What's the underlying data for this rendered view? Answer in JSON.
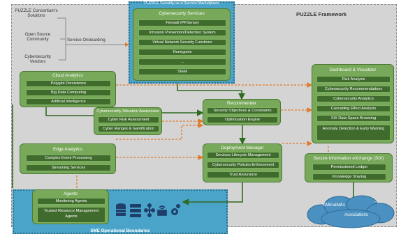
{
  "diagram": {
    "framework_title": "PUZZLE Framework",
    "marketplace_title": "PUZZLE Security as a Service Marketplace",
    "external": {
      "consortium": "PUZZLE Consortium's Solutions",
      "open_source": "Open Source Community",
      "vendors": "Cybersecurity Vendors",
      "onboarding": "Service Onboarding"
    },
    "cybersecurity_services": {
      "title": "Cybersecurity Services",
      "items": [
        "Firewall (PFSense)",
        "Intrusion Prevention/Detection System",
        "Virtual Network Security Functions",
        "Honeypots",
        "...",
        "SIEM"
      ]
    },
    "cloud_analytics": {
      "title": "Cloud Analytics",
      "items": [
        "Polyglot Persistence",
        "Big Data Computing",
        "Artificial Intelligence"
      ]
    },
    "situation_awareness": {
      "title": "Cybersecurity Situation Awareness",
      "items": [
        "Cyber Risk Assessment",
        "Cyber Ranges & Gamification"
      ]
    },
    "recommender": {
      "title": "Recommender",
      "items": [
        "Security Objectives & Constraints",
        "Optimization Engine"
      ]
    },
    "dashboard": {
      "title": "Dashboard & Visualizer",
      "items": [
        "Risk Analysis",
        "Cybersecurity Recommendations",
        "Cybersecurity Analytics",
        "Cascading Effect Analysis",
        "SIX Data Space Browsing",
        "Anomaly Detection & Early Warning"
      ]
    },
    "edge_analytics": {
      "title": "Edge Analytics",
      "items": [
        "Complex Event Processing",
        "Streaming Services"
      ]
    },
    "deployment": {
      "title": "Deployment Manager",
      "items": [
        "Services Lifecycle Management",
        "Cybersecurity Policies Enforcement",
        "Trust Assurance"
      ]
    },
    "six": {
      "title": "Secure Information eXchange (SIX)",
      "items": [
        "Permissioned Ledger",
        "Knowledge Sharing"
      ]
    },
    "agents": {
      "title": "Agents",
      "items": [
        "Monitoring Agents",
        "Trusted Resource Management Agents"
      ]
    },
    "sme_boundaries": "SME Operational Boundaries",
    "cloud": {
      "smes": "SMEs&MEs",
      "dots": "...",
      "associations": "Associations"
    }
  },
  "colors": {
    "framework_bg": "#d4d4d4",
    "marketplace_bg": "#4aa4c9",
    "panel": "#78a85a",
    "pill": "#3f6b2d",
    "data_flow": "#e07b2a",
    "control_flow": "#2f6a20",
    "cloud": "#4a90c0"
  }
}
